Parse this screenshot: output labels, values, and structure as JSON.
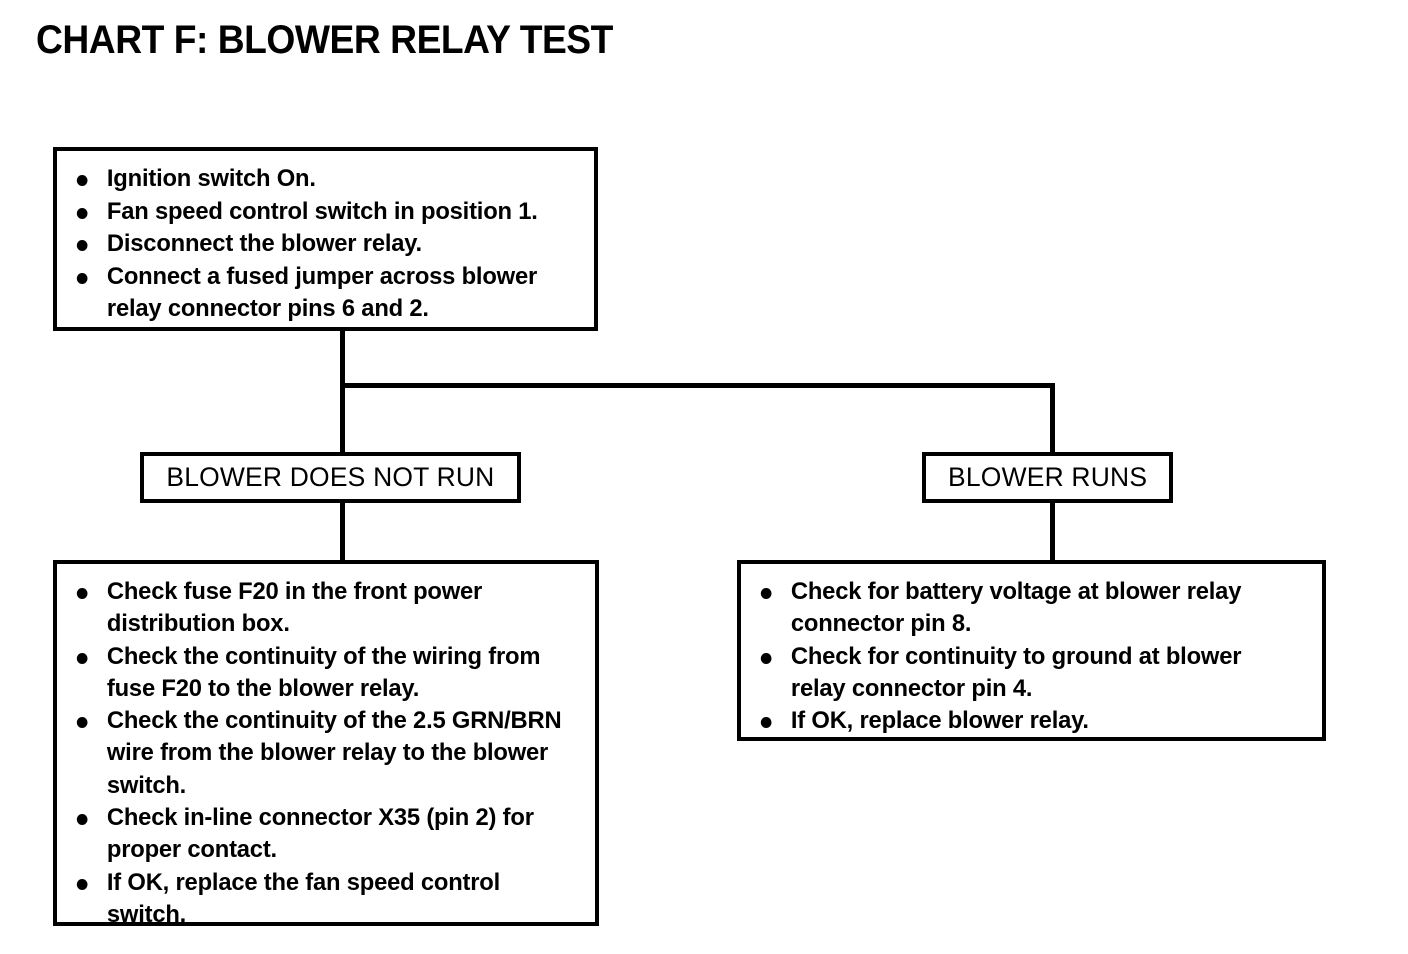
{
  "title": "CHART F: BLOWER RELAY TEST",
  "chart_data": {
    "type": "diagram",
    "diagram_kind": "flowchart",
    "title": "CHART F: BLOWER RELAY TEST",
    "nodes": [
      {
        "id": "conditions",
        "kind": "bullet-box",
        "items": [
          "Ignition switch On.",
          "Fan speed control switch in position 1.",
          "Disconnect the blower relay.",
          "Connect a fused jumper across blower relay connector pins 6 and 2."
        ]
      },
      {
        "id": "blower-does-not-run",
        "kind": "label-box",
        "label": "BLOWER DOES NOT RUN"
      },
      {
        "id": "blower-runs",
        "kind": "label-box",
        "label": "BLOWER RUNS"
      },
      {
        "id": "does-not-run-actions",
        "kind": "bullet-box",
        "items": [
          "Check fuse F20 in the front power distribution box.",
          "Check the continuity of the wiring from fuse F20 to the blower relay.",
          "Check the continuity of the 2.5 GRN/BRN wire from the blower relay to the blower switch.",
          "Check in-line connector X35 (pin 2) for proper contact.",
          "If OK, replace the fan speed control switch."
        ]
      },
      {
        "id": "runs-actions",
        "kind": "bullet-box",
        "items": [
          "Check for battery voltage at blower relay connector pin 8.",
          "Check for continuity to ground at blower relay connector pin 4.",
          "If OK, replace blower relay."
        ]
      }
    ],
    "edges": [
      {
        "from": "conditions",
        "to": "blower-does-not-run"
      },
      {
        "from": "conditions",
        "to": "blower-runs"
      },
      {
        "from": "blower-does-not-run",
        "to": "does-not-run-actions"
      },
      {
        "from": "blower-runs",
        "to": "runs-actions"
      }
    ],
    "colors": {
      "ink": "#000000",
      "paper": "#ffffff"
    }
  },
  "conditions_box": {
    "items": [
      "Ignition switch On.",
      "Fan speed control switch in position 1.",
      "Disconnect the blower relay.",
      "Connect a fused jumper across blower relay connector pins 6 and 2."
    ]
  },
  "branch_left": {
    "label": "BLOWER DOES NOT RUN",
    "items": [
      "Check fuse F20 in the front power distribution box.",
      "Check the continuity of the wiring from fuse F20 to the blower relay.",
      "Check the continuity of the 2.5 GRN/BRN wire from the blower relay to the blower switch.",
      "Check in-line connector X35 (pin 2) for proper contact.",
      "If OK, replace the fan speed control switch."
    ]
  },
  "branch_right": {
    "label": "BLOWER RUNS",
    "items": [
      "Check for battery voltage at blower relay connector pin 8.",
      "Check for continuity to ground at blower relay connector pin 4.",
      "If OK, replace blower relay."
    ]
  }
}
